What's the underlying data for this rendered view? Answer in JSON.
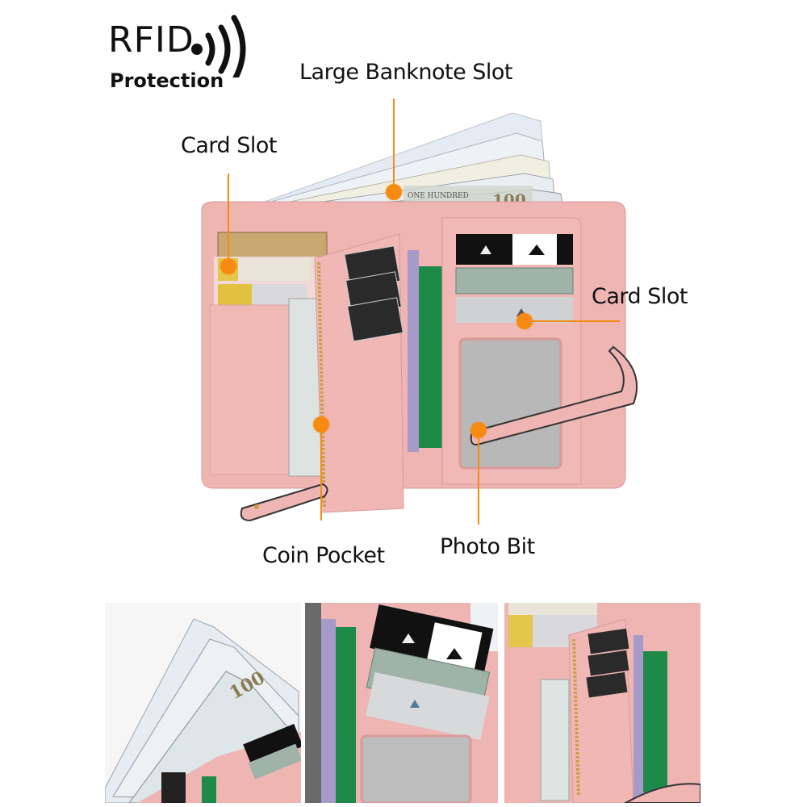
{
  "badge": {
    "title": "RFID",
    "subtitle": "Protection",
    "icon": "rfid-signal-icon"
  },
  "callouts": [
    {
      "id": "large-banknote-slot",
      "label": "Large Banknote Slot"
    },
    {
      "id": "card-slot-left",
      "label": "Card Slot"
    },
    {
      "id": "card-slot-right",
      "label": "Card Slot"
    },
    {
      "id": "coin-pocket",
      "label": "Coin Pocket"
    },
    {
      "id": "photo-bit",
      "label": "Photo Bit"
    }
  ],
  "product": {
    "image": "pink-trifold-wallet-open",
    "colors": {
      "leather": "#eeb5b3",
      "leather_dark": "#d99a98",
      "accent_orange": "#f28c13",
      "zipper_gold": "#c9a04a"
    }
  },
  "thumbnails": [
    {
      "id": "thumb-banknotes",
      "alt": "banknote-compartment-closeup"
    },
    {
      "id": "thumb-card-slots",
      "alt": "card-slots-and-photo-window-closeup"
    },
    {
      "id": "thumb-coin-pocket",
      "alt": "zip-coin-pocket-closeup"
    }
  ]
}
